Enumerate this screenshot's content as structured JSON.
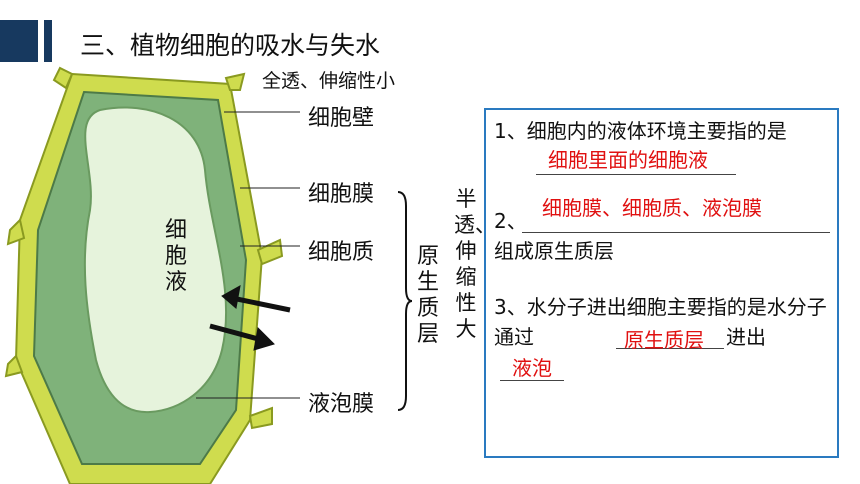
{
  "title": "三、植物细胞的吸水与失水",
  "wall_note": "全透、伸缩性小",
  "labels": {
    "wall": "细胞壁",
    "membrane": "细胞膜",
    "cytoplasm": "细胞质",
    "vacuole_membrane": "液泡膜",
    "cell_sap": "细胞液"
  },
  "bracket_label": "原生质层",
  "side_note": "半透、伸缩性大",
  "questions": [
    {
      "text": "1、细胞内的液体环境主要指的是",
      "answer": "细胞里面的细胞液"
    },
    {
      "prefix": "2、",
      "answer": "细胞膜、细胞质、液泡膜",
      "suffix": "组成原生质层"
    },
    {
      "text": "3、水分子进出细胞主要指的是水分子通过",
      "answer": "原生质层",
      "suffix": "进出",
      "answer2": "液泡"
    }
  ],
  "colors": {
    "title_bar": "#17395f",
    "box_border": "#2a7ac0",
    "answer": "#e01010",
    "wall": "#c9d94a",
    "cytoplasm": "#7fb27a",
    "vacuole": "#e6f3dc"
  }
}
